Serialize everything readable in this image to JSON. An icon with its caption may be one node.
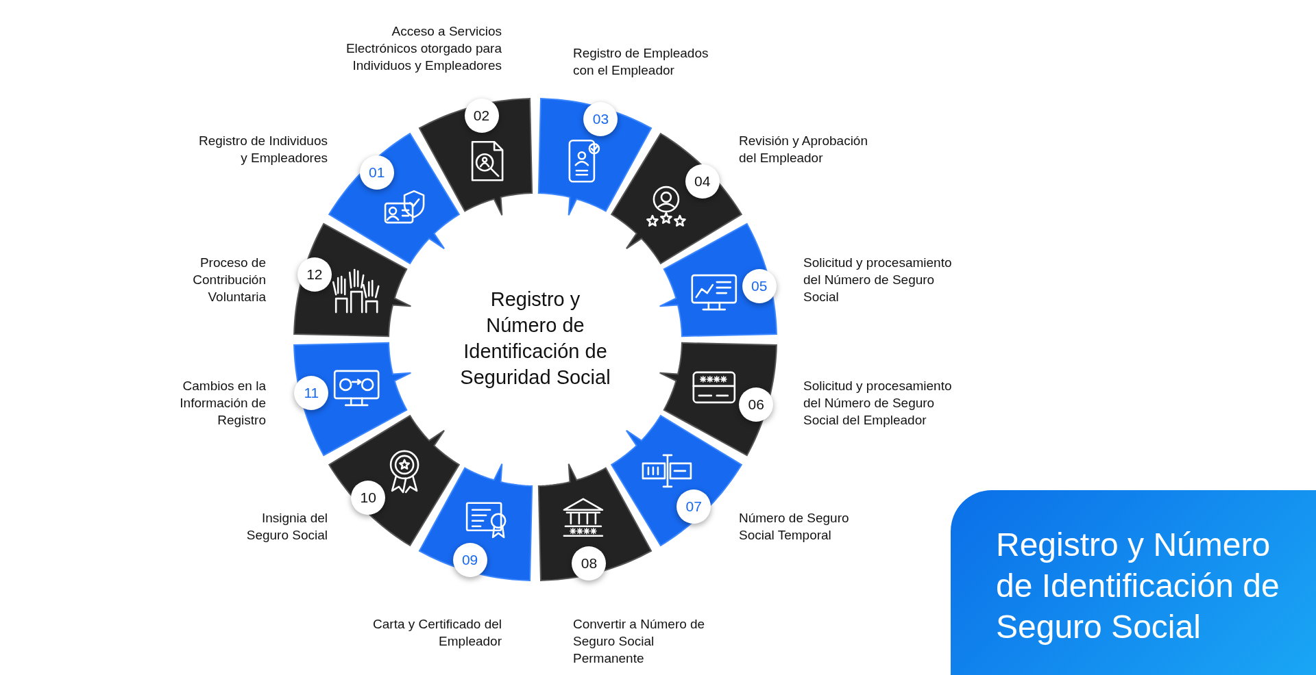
{
  "diagram": {
    "title": "Registro y Número de Identificación de Seguro Social",
    "nodes": [
      {
        "text": [
          "Registro y Número de Identificación de Seguridad Social"
        ]
      },
      {
        "text": [
          "01"
        ],
        "beside": [
          "Registro de Individuos y Empleadores"
        ]
      },
      {
        "text": [
          "02"
        ],
        "beside": [
          "Acceso a Servicios Electrónicos otorgado para Individuos y Empleadores"
        ]
      },
      {
        "text": [
          "03"
        ],
        "beside": [
          "Registro de Empleados con el Empleador"
        ]
      },
      {
        "text": [
          "04"
        ],
        "beside": [
          "Revisión y Aprobación del Empleador"
        ]
      },
      {
        "text": [
          "05"
        ],
        "beside": [
          "Solicitud y procesamiento del Número de Seguro Social"
        ]
      },
      {
        "text": [
          "06"
        ],
        "beside": [
          "Solicitud y procesamiento del Número de Seguro Social del Empleador"
        ]
      },
      {
        "text": [
          "07"
        ],
        "beside": [
          "Número de Seguro Social Temporal"
        ]
      },
      {
        "text": [
          "08"
        ],
        "beside": [
          "Convertir a Número de Seguro Social Permanente"
        ]
      },
      {
        "text": [
          "09"
        ],
        "beside": [
          "Carta y Certificado del Empleador"
        ]
      },
      {
        "text": [
          "10"
        ],
        "beside": [
          "Insignia del Seguro Social"
        ]
      },
      {
        "text": [
          "11"
        ],
        "beside": [
          "Cambios en la Información de Registro"
        ]
      },
      {
        "text": [
          "12"
        ],
        "beside": [
          "Proceso de Contribución Voluntaria"
        ]
      }
    ]
  }
}
